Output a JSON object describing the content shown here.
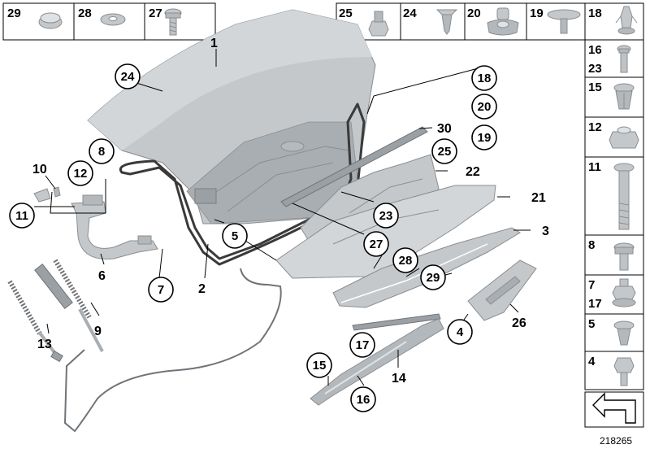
{
  "diagram_id": "218265",
  "top_left_strip": [
    "29",
    "28",
    "27"
  ],
  "top_right_strip": [
    "25",
    "24",
    "20",
    "19",
    "18"
  ],
  "right_column": [
    {
      "top": "16",
      "bottom": "23"
    },
    {
      "top": "15",
      "bottom": ""
    },
    {
      "top": "12",
      "bottom": ""
    },
    {
      "top": "11",
      "bottom": ""
    },
    {
      "top": "8",
      "bottom": ""
    },
    {
      "top": "7",
      "bottom": "17"
    },
    {
      "top": "5",
      "bottom": ""
    },
    {
      "top": "4",
      "bottom": ""
    }
  ],
  "callouts": {
    "c1": "1",
    "c2": "2",
    "c3": "3",
    "c4": "4",
    "c5": "5",
    "c6": "6",
    "c7": "7",
    "c8": "8",
    "c9": "9",
    "c10": "10",
    "c11": "11",
    "c12": "12",
    "c13": "13",
    "c14": "14",
    "c15": "15",
    "c16": "16",
    "c17": "17",
    "c18": "18",
    "c19": "19",
    "c20": "20",
    "c21": "21",
    "c22": "22",
    "c23": "23",
    "c24": "24",
    "c25": "25",
    "c26": "26",
    "c27": "27",
    "c28": "28",
    "c29": "29",
    "c30": "30"
  },
  "colors": {
    "part_fill": "#c4c8cb",
    "part_shade": "#a9aeb2",
    "part_light": "#dfe2e4",
    "seal": "#3a3a3a",
    "outline": "#000000"
  }
}
